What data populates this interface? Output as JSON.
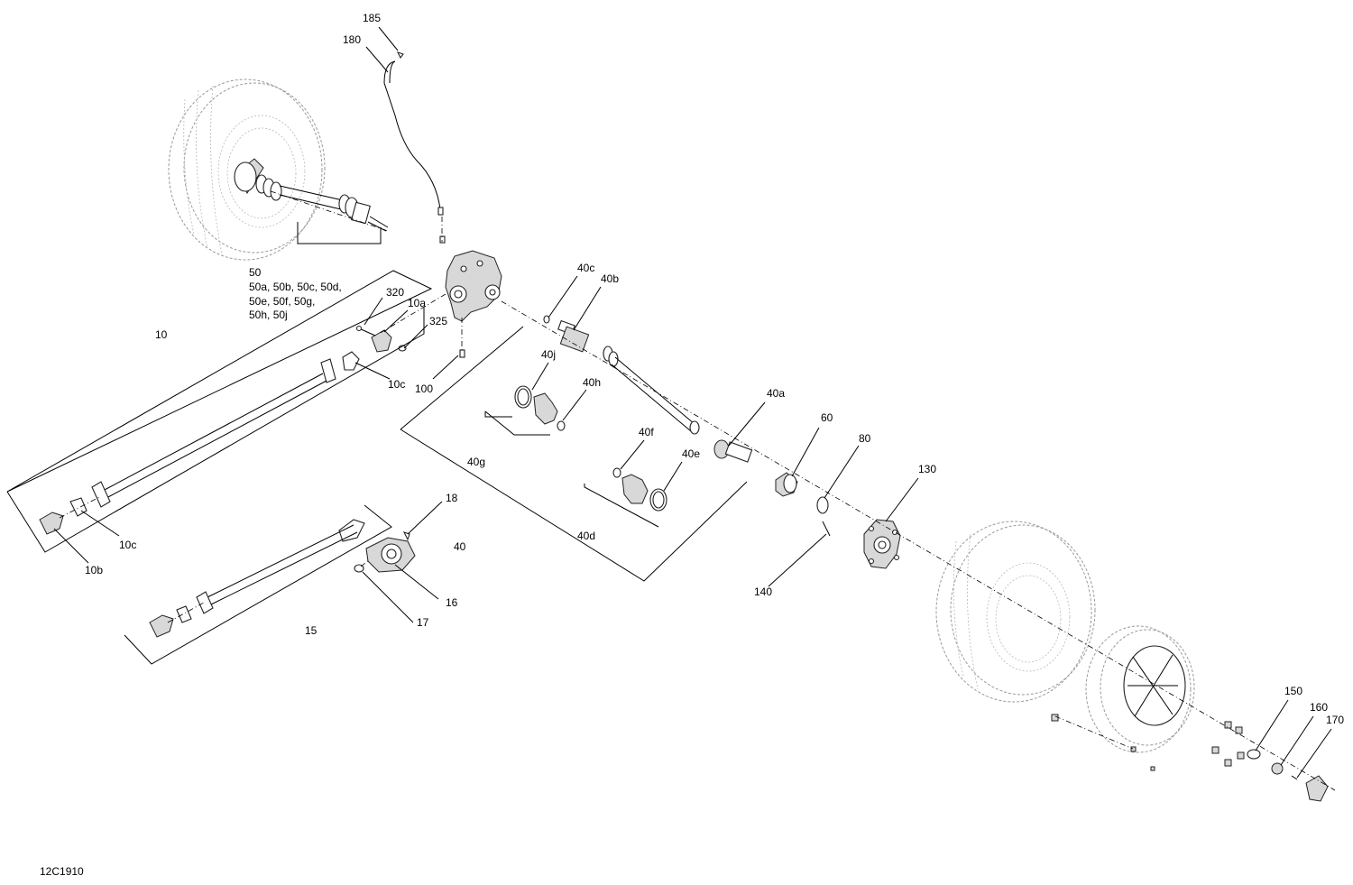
{
  "diagram_id": "12C1910",
  "callouts": {
    "c185": "185",
    "c180": "180",
    "c50": "50",
    "c50_l1": "50a, 50b, 50c, 50d,",
    "c50_l2": "50e, 50f, 50g,",
    "c50_l3": "50h, 50j",
    "c320": "320",
    "c10a": "10a",
    "c325": "325",
    "c100": "100",
    "c10": "10",
    "c10c_upper": "10c",
    "c10c_lower": "10c",
    "c10b": "10b",
    "c40c": "40c",
    "c40b": "40b",
    "c40j": "40j",
    "c40h": "40h",
    "c40g": "40g",
    "c40f": "40f",
    "c40e": "40e",
    "c40d": "40d",
    "c40a": "40a",
    "c40": "40",
    "c60": "60",
    "c80": "80",
    "c130": "130",
    "c140": "140",
    "c18": "18",
    "c16": "16",
    "c17": "17",
    "c15": "15",
    "c150": "150",
    "c160": "160",
    "c170": "170"
  }
}
